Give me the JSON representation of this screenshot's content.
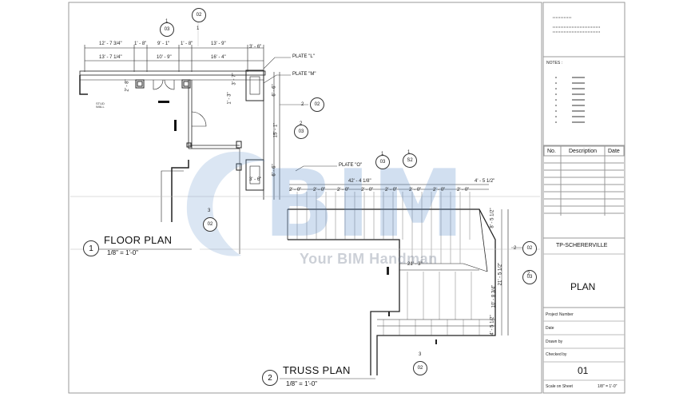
{
  "views": {
    "floor_plan": {
      "number": "1",
      "title": "FLOOR PLAN",
      "scale": "1/8\" = 1'-0\""
    },
    "truss_plan": {
      "number": "2",
      "title": "TRUSS PLAN",
      "scale": "1/8\" = 1'-0\""
    }
  },
  "floor_dims": {
    "top_row": [
      "12' - 7 3/4\"",
      "1' - 8\"",
      "9' - 1\"",
      "1' - 8\"",
      "13' - 9\""
    ],
    "second_row": [
      "13' - 7 1/4\"",
      "10' - 9\"",
      "16' - 4\""
    ],
    "right_top": "3' - 6\"",
    "right_mid": "3' - 6\"",
    "left_vertical": [
      "2' - 8\"",
      "1' - 3\""
    ],
    "right_vertical": [
      "3' - 7\"",
      "6' - 6\"",
      "15' - 1\"",
      "6' - 6\""
    ]
  },
  "plates": {
    "l": "PLATE \"L\"",
    "m": "PLATE \"M\"",
    "o": "PLATE \"O\""
  },
  "stud_note": "STUD WALL",
  "truss_dims": {
    "overall": "42' - 4 1/8\"",
    "end": "4' - 5 1/2\"",
    "spacing": "2' - 0\"",
    "right_vertical": [
      "21' - 5 1/2\"",
      "10' - 8 3/4\"",
      "8' - 5 1/2\"",
      "4' - 5 1/2\""
    ],
    "mid": "21' - 3\""
  },
  "section_marks": {
    "top_a": {
      "num": "02",
      "sheet": "1"
    },
    "top_b": {
      "num": "1",
      "sheet": "03"
    },
    "right_a": {
      "num": "2",
      "sheet": "02"
    },
    "right_b": {
      "num": "2",
      "sheet": "03"
    },
    "mid_a": {
      "num": "1",
      "sheet": "03"
    },
    "mid_b": {
      "num": "S2",
      "sheet": "1"
    },
    "left_floor": {
      "num": "3",
      "sheet": "02"
    },
    "truss_right_a": {
      "num": "2",
      "sheet": "02"
    },
    "truss_right_b": {
      "num": "2",
      "sheet": "03"
    },
    "truss_bottom": {
      "num": "3",
      "sheet": "02"
    }
  },
  "title_block": {
    "notes_label": "NOTES :",
    "rev_headers": [
      "No.",
      "Description",
      "Date"
    ],
    "project": "TP-SCHERERVILLE",
    "sheet_name": "PLAN",
    "fields": [
      "Project Number",
      "Date",
      "Drawn by",
      "Checked by"
    ],
    "sheet_number": "01",
    "scale_label": "Scale on Sheet",
    "scale_value": "1/8\" = 1'-0\""
  },
  "watermark": {
    "logo": "BIM",
    "tagline": "Your BIM Handman"
  }
}
